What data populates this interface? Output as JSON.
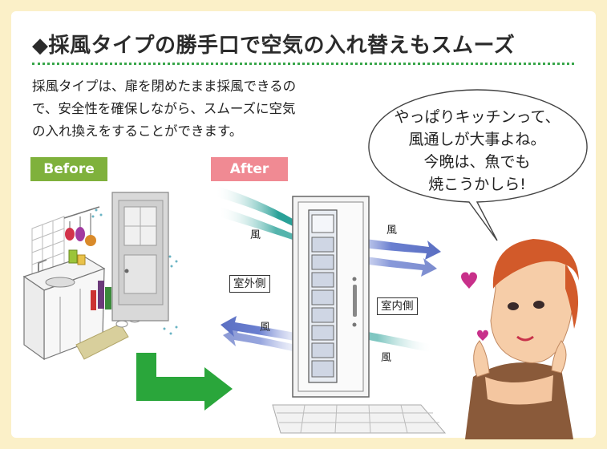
{
  "heading": "◆採風タイプの勝手口で空気の入れ替えもスムーズ",
  "intro": [
    "採風タイプは、扉を閉めたまま採風できるの",
    "で、安全性を確保しながら、スムーズに空気",
    "の入れ換えをすることができます。"
  ],
  "tags": {
    "before": "Before",
    "after": "After"
  },
  "speech": [
    "やっぱりキッチンって、",
    "風通しが大事よね。",
    "今晩は、魚でも",
    "焼こうかしら!"
  ],
  "labels": {
    "wind": "風",
    "outside": "室外側",
    "inside": "室内側"
  },
  "colors": {
    "green": "#38a64a",
    "before_tag": "#7fb13c",
    "after_tag": "#f08a93",
    "wind_teal": "#2aa198",
    "wind_blue": "#5b6fc2"
  }
}
